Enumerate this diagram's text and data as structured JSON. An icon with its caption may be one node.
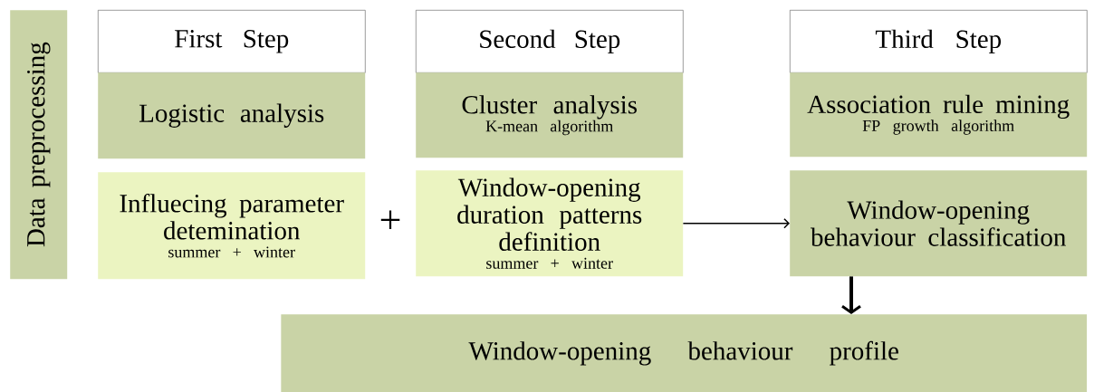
{
  "diagram": {
    "nodes": [
      {
        "text": [
          "Data preprocessing"
        ]
      },
      {
        "text": [
          "First Step"
        ]
      },
      {
        "text": [
          "Logistic analysis"
        ]
      },
      {
        "text": [
          "Second Step"
        ]
      },
      {
        "text": [
          "Cluster analysis",
          "K-mean algorithm"
        ]
      },
      {
        "text": [
          "Third Step"
        ]
      },
      {
        "text": [
          "Association rule mining",
          "FP growth algorithm"
        ]
      },
      {
        "text": [
          "Influecing parameter detemination",
          "summer + winter"
        ]
      },
      {
        "text": [
          "Window-opening duration patterns definition",
          "summer + winter"
        ]
      },
      {
        "text": [
          "Window-opening behaviour classification"
        ]
      },
      {
        "text": [
          "Window-opening behaviour profile"
        ]
      }
    ],
    "edges": [
      {
        "from": 8,
        "to": 9,
        "arrow": "to"
      },
      {
        "from": 9,
        "to": 10,
        "arrow": "to",
        "style": "thick"
      }
    ],
    "labels": [
      "+"
    ]
  }
}
